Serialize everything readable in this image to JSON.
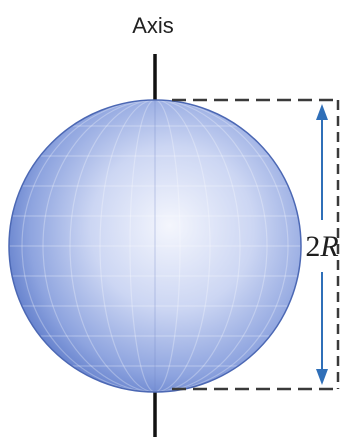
{
  "diagram": {
    "axis_label": "Axis",
    "dimension_label": {
      "number": "2",
      "symbol": "R"
    },
    "colors": {
      "sphere_light": "#f4f6fd",
      "sphere_mid": "#a9b9e8",
      "sphere_dark": "#5a78c8",
      "sphere_edge": "#4c68b4",
      "axis_line": "#111111",
      "dashes": "#3a3a3a",
      "arrow": "#2f6fb8"
    }
  }
}
